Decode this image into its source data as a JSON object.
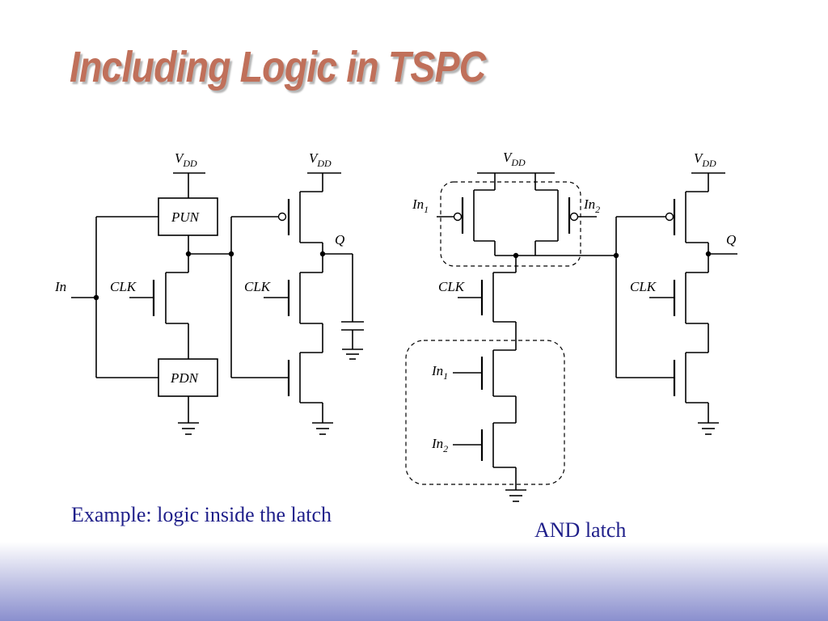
{
  "slide": {
    "title": "Including Logic in TSPC",
    "caption_left": "Example: logic inside the latch",
    "caption_right": "AND latch"
  },
  "labels": {
    "v": "V",
    "dd": "DD",
    "pun": "PUN",
    "pdn": "PDN",
    "in": "In",
    "clk": "CLK",
    "q": "Q",
    "in_base": "In",
    "sub_1": "1",
    "sub_2": "2"
  },
  "colors": {
    "title": "#c0705a",
    "caption": "#1f1f8a",
    "footer_gradient_end": "#8a8fce"
  }
}
